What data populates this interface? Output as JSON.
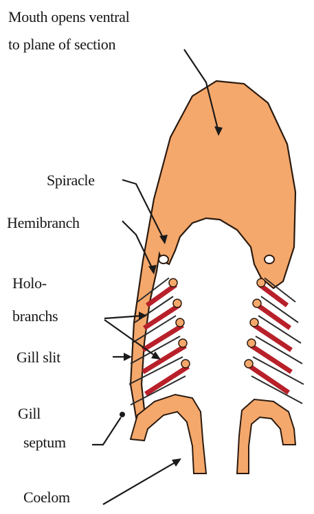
{
  "labels": {
    "mouth_line1": "Mouth opens ventral",
    "mouth_line2": "to plane of section",
    "spiracle": "Spiracle",
    "hemibranch": "Hemibranch",
    "holo_line1": "Holo-",
    "holo_line2": "branchs",
    "gill_slit": "Gill slit",
    "gill_line1": "Gill",
    "gill_line2": "septum",
    "coelom": "Coelom"
  },
  "colors": {
    "tissue": "#f5a86b",
    "tissue_edge": "#2a1a10",
    "gill_filament": "#b8202a",
    "septum_line": "#2b2b2b",
    "background": "#ffffff"
  }
}
